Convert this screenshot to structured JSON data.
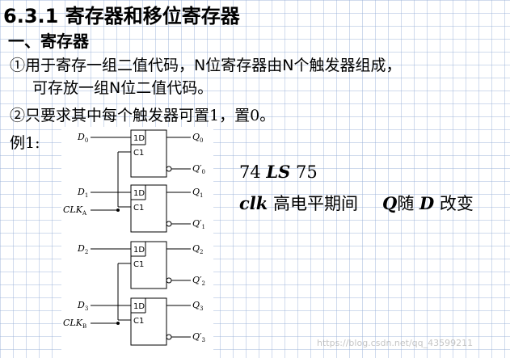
{
  "title": {
    "number": "6.3.1",
    "text": "寄存器和移位寄存器"
  },
  "subtitle": "一、寄存器",
  "point1": {
    "mark": "①",
    "a": "用于寄存一组二值代码，",
    "n1": "N",
    "b": "位寄存器由",
    "n2": "N",
    "c": "个触发器组成，"
  },
  "point1_cont": {
    "a": "可存放一组",
    "n": "N",
    "b": "位二值代码。"
  },
  "point2": {
    "mark": "②",
    "text": "只要求其中每个触发器可置1，置0。"
  },
  "example_label": "例1:",
  "diagram": {
    "flipflops": [
      {
        "d_in": "D",
        "d_sub": "0",
        "q": "Q",
        "q_sub": "0",
        "qn": "Q′",
        "qn_sub": "0",
        "clk": "",
        "clk_sub": ""
      },
      {
        "d_in": "D",
        "d_sub": "1",
        "q": "Q",
        "q_sub": "1",
        "qn": "Q′",
        "qn_sub": "1",
        "clk": "CLK",
        "clk_sub": "A"
      },
      {
        "d_in": "D",
        "d_sub": "2",
        "q": "Q",
        "q_sub": "2",
        "qn": "Q′",
        "qn_sub": "2",
        "clk": "",
        "clk_sub": ""
      },
      {
        "d_in": "D",
        "d_sub": "3",
        "q": "Q",
        "q_sub": "3",
        "qn": "Q′",
        "qn_sub": "3",
        "clk": "CLK",
        "clk_sub": "B"
      }
    ],
    "box_d_label": "1D",
    "box_c_label": "C1"
  },
  "chip": {
    "a": "74 ",
    "b": "LS",
    "c": " 75"
  },
  "clk_note": {
    "clk": "clk",
    "t1": " 高电平期间",
    "q": "Q",
    "t2": "随 ",
    "d": "D",
    "t3": " 改变"
  },
  "watermark": "https://blog.csdn.net/qq_43599211"
}
